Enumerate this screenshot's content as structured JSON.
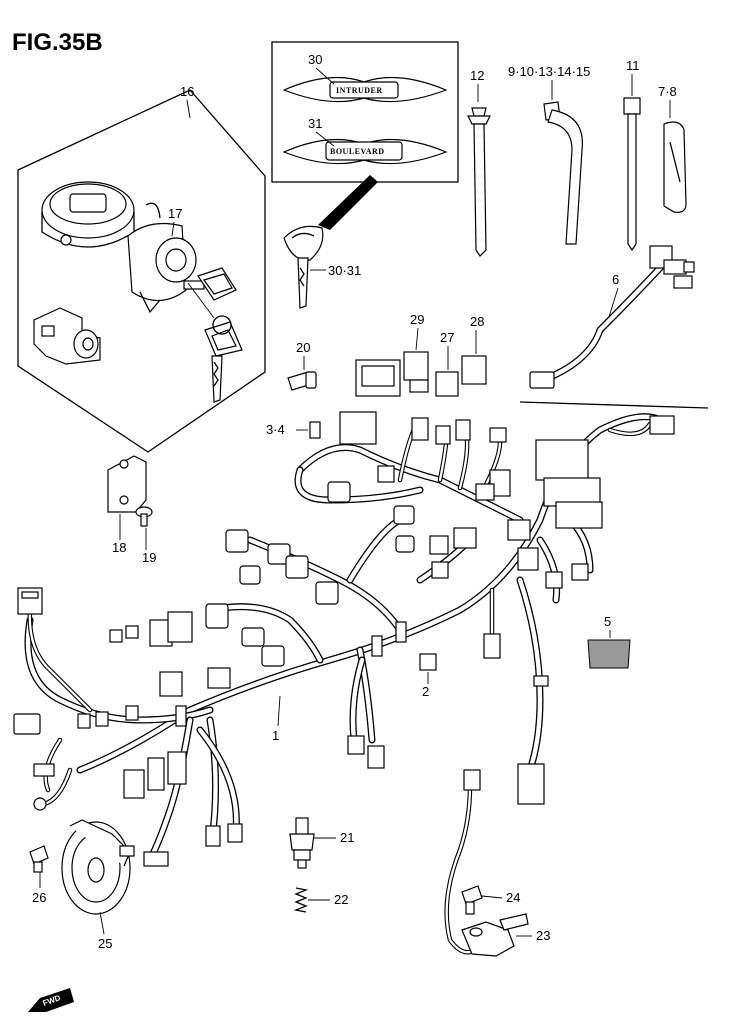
{
  "figure": {
    "title": "FIG.35B"
  },
  "emblems": {
    "emblem_30_text": "INTRUDER",
    "emblem_31_text": "BOULEVARD"
  },
  "labels": {
    "p1": "1",
    "p2": "2",
    "p3_4": "3·4",
    "p5": "5",
    "p6": "6",
    "p7_8": "7·8",
    "p9_15": "9·10·13·14·15",
    "p11": "11",
    "p12": "12",
    "p16": "16",
    "p17": "17",
    "p18": "18",
    "p19": "19",
    "p20": "20",
    "p21": "21",
    "p22": "22",
    "p23": "23",
    "p24": "24",
    "p25": "25",
    "p26": "26",
    "p27": "27",
    "p28": "28",
    "p29": "29",
    "p30": "30",
    "p31": "31",
    "p30_31": "30·31"
  },
  "badge": {
    "text": "FWD"
  }
}
